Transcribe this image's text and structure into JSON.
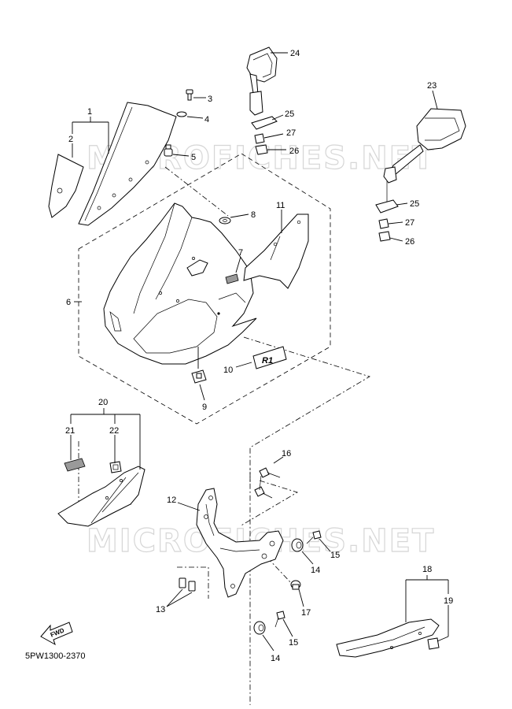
{
  "watermark": "MICROFICHES.NET",
  "diagram_code": "5PW1300-2370",
  "fwd_label": "FWD",
  "emblem_text": "R1",
  "callouts": [
    {
      "id": "c1",
      "text": "1"
    },
    {
      "id": "c2",
      "text": "2"
    },
    {
      "id": "c3",
      "text": "3"
    },
    {
      "id": "c4",
      "text": "4"
    },
    {
      "id": "c5",
      "text": "5"
    },
    {
      "id": "c6",
      "text": "6"
    },
    {
      "id": "c7",
      "text": "7"
    },
    {
      "id": "c8",
      "text": "8"
    },
    {
      "id": "c9",
      "text": "9"
    },
    {
      "id": "c10",
      "text": "10"
    },
    {
      "id": "c11",
      "text": "11"
    },
    {
      "id": "c12",
      "text": "12"
    },
    {
      "id": "c13",
      "text": "13"
    },
    {
      "id": "c14a",
      "text": "14"
    },
    {
      "id": "c14b",
      "text": "14"
    },
    {
      "id": "c15a",
      "text": "15"
    },
    {
      "id": "c15b",
      "text": "15"
    },
    {
      "id": "c16",
      "text": "16"
    },
    {
      "id": "c17",
      "text": "17"
    },
    {
      "id": "c18",
      "text": "18"
    },
    {
      "id": "c19",
      "text": "19"
    },
    {
      "id": "c20",
      "text": "20"
    },
    {
      "id": "c21",
      "text": "21"
    },
    {
      "id": "c22",
      "text": "22"
    },
    {
      "id": "c23",
      "text": "23"
    },
    {
      "id": "c24",
      "text": "24"
    },
    {
      "id": "c25a",
      "text": "25"
    },
    {
      "id": "c25b",
      "text": "25"
    },
    {
      "id": "c26a",
      "text": "26"
    },
    {
      "id": "c26b",
      "text": "26"
    },
    {
      "id": "c27a",
      "text": "27"
    },
    {
      "id": "c27b",
      "text": "27"
    }
  ]
}
